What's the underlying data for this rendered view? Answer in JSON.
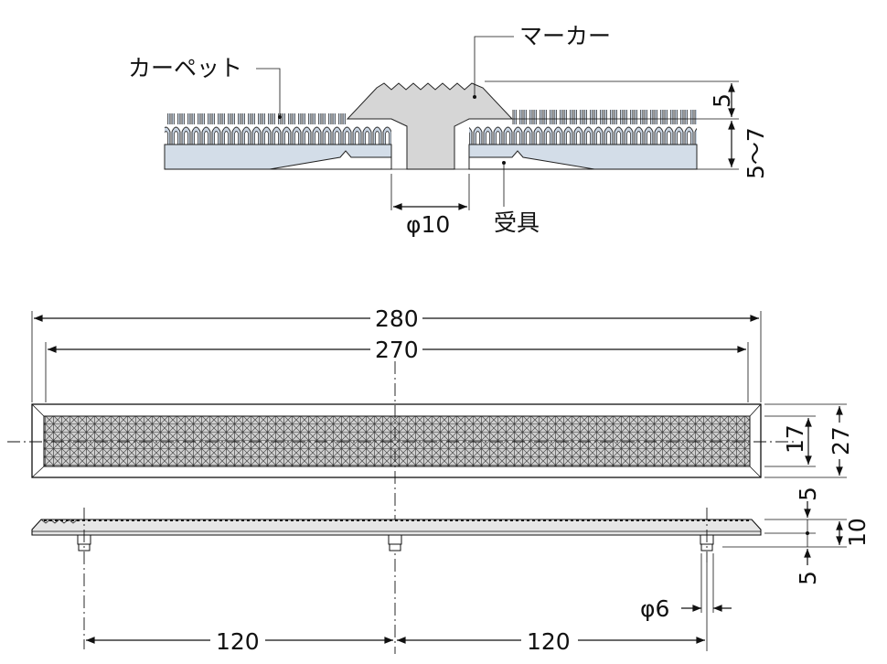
{
  "labels": {
    "carpet": "カーペット",
    "marker": "マーカー",
    "receiver": "受具"
  },
  "section_dims": {
    "marker_height": "5",
    "carpet_thickness": "5～7",
    "stem_diameter": "φ10"
  },
  "plan_dims": {
    "overall_length": "280",
    "pattern_length": "270",
    "overall_width": "27",
    "pattern_width": "17"
  },
  "side_dims": {
    "top": "5",
    "height": "10",
    "bottom": "5",
    "pin_diameter": "φ6",
    "pitch_left": "120",
    "pitch_right": "120"
  },
  "colors": {
    "carpet_base": "#d3dde8",
    "marker_fill": "#d6d6d6",
    "line": "#111111"
  }
}
